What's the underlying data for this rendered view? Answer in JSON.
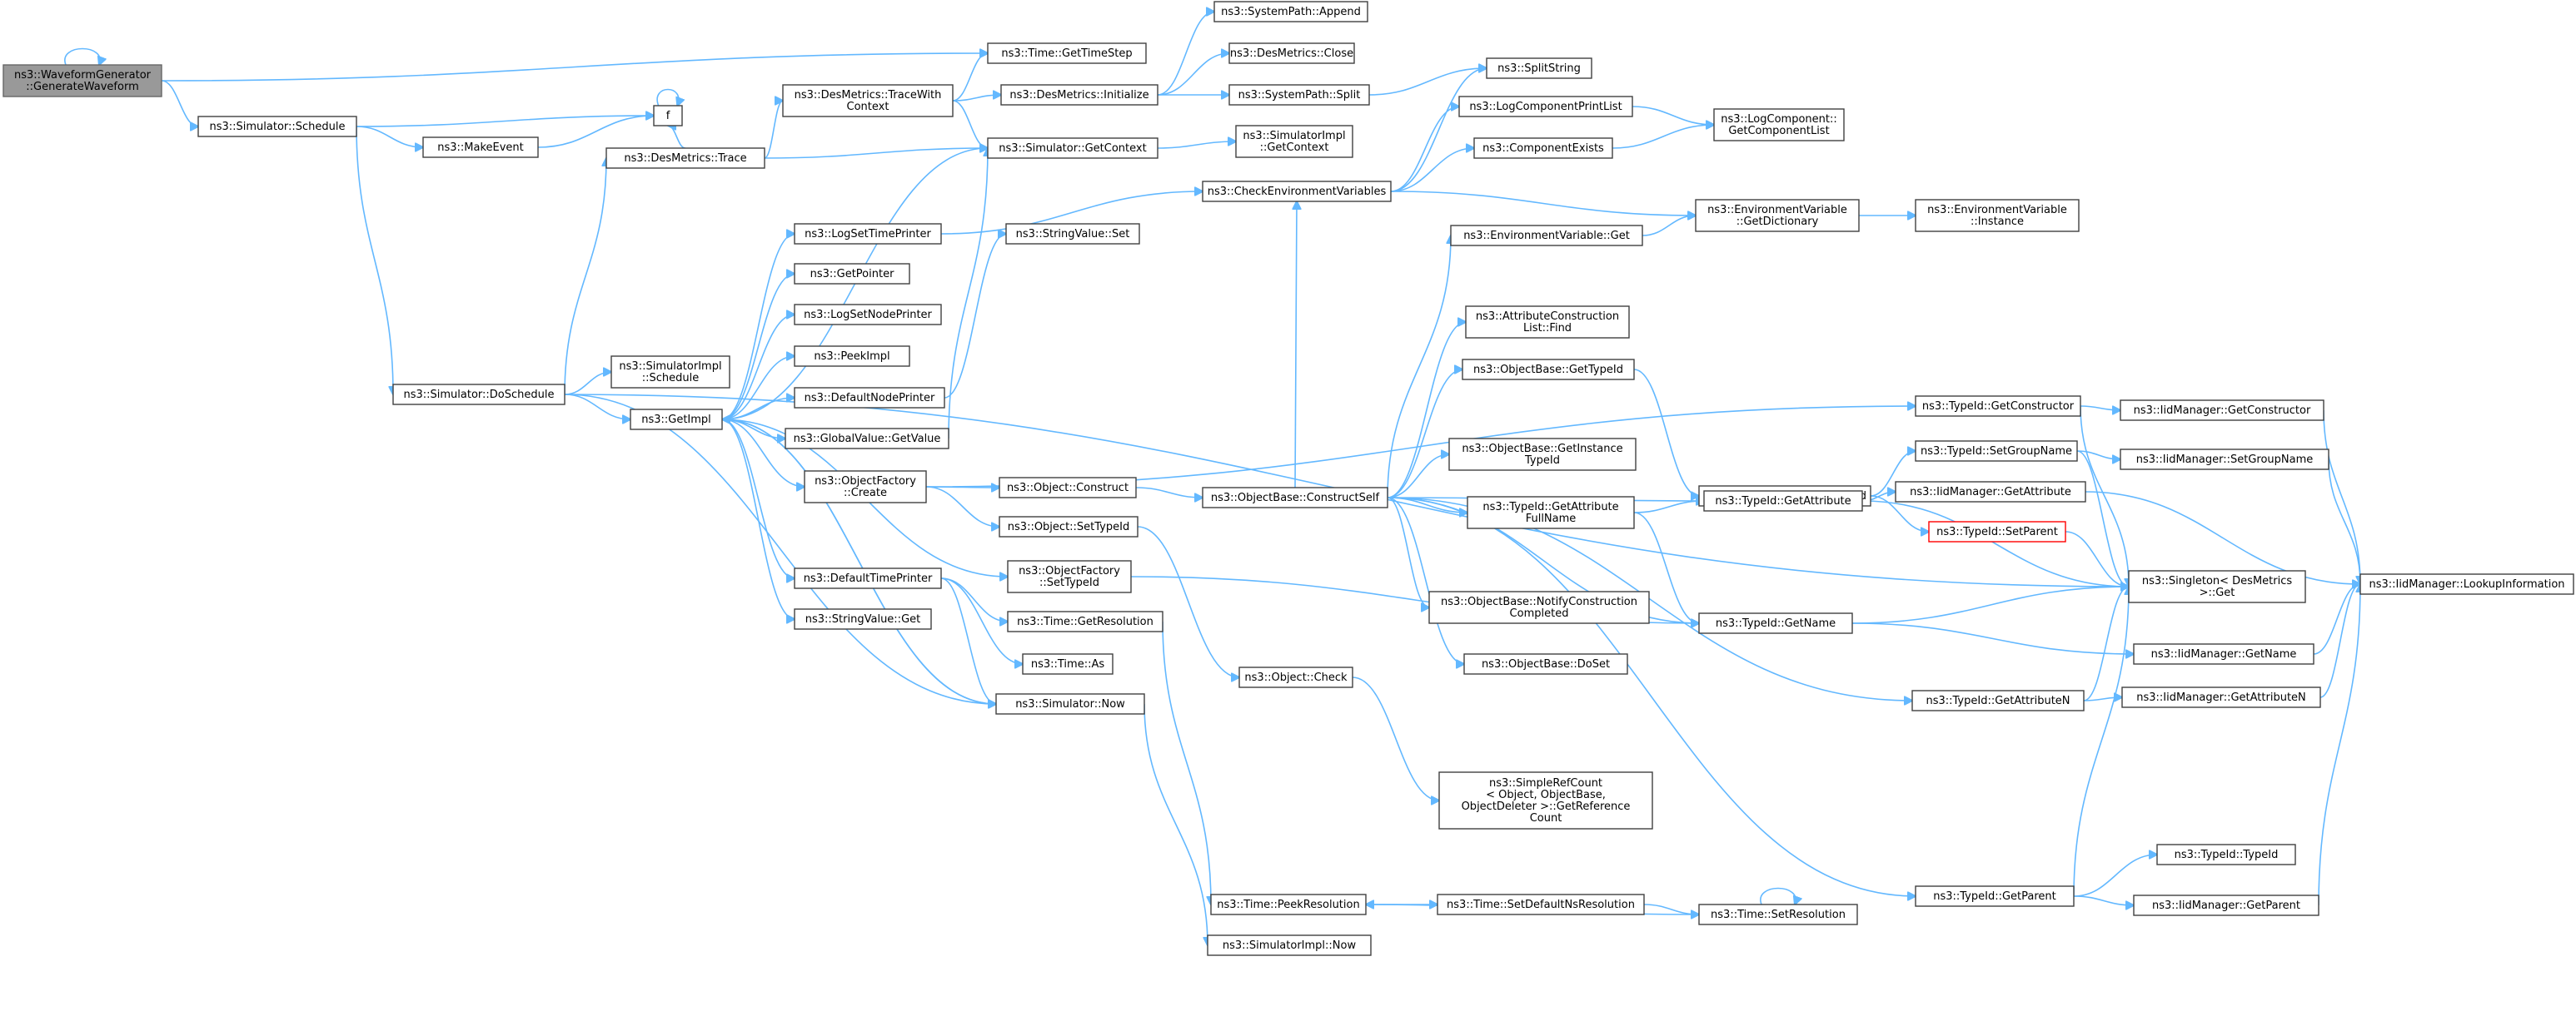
{
  "graph": {
    "title": "",
    "colors": {
      "edge": "#63b8ff",
      "node_border": "#404040",
      "root_fill": "#999999",
      "highlight_border": "#ff0000"
    },
    "nodes": [
      {
        "id": "root",
        "lines": [
          "ns3::WaveformGenerator",
          "::GenerateWaveform"
        ],
        "kind": "root"
      },
      {
        "id": "getTimeStep",
        "lines": [
          "ns3::Time::GetTimeStep"
        ]
      },
      {
        "id": "schedule",
        "lines": [
          "ns3::Simulator::Schedule"
        ]
      },
      {
        "id": "f",
        "lines": [
          "f"
        ]
      },
      {
        "id": "makeEvent",
        "lines": [
          "ns3::MakeEvent"
        ]
      },
      {
        "id": "doSchedule",
        "lines": [
          "ns3::Simulator::DoSchedule"
        ]
      },
      {
        "id": "desTrace",
        "lines": [
          "ns3::DesMetrics::Trace"
        ]
      },
      {
        "id": "traceWithContext",
        "lines": [
          "ns3::DesMetrics::TraceWith",
          "Context"
        ]
      },
      {
        "id": "desInit",
        "lines": [
          "ns3::DesMetrics::Initialize"
        ]
      },
      {
        "id": "sysAppend",
        "lines": [
          "ns3::SystemPath::Append"
        ]
      },
      {
        "id": "desClose",
        "lines": [
          "ns3::DesMetrics::Close"
        ]
      },
      {
        "id": "sysSplit",
        "lines": [
          "ns3::SystemPath::Split"
        ]
      },
      {
        "id": "splitString",
        "lines": [
          "ns3::SplitString"
        ]
      },
      {
        "id": "getContext",
        "lines": [
          "ns3::Simulator::GetContext"
        ]
      },
      {
        "id": "implGetContext",
        "lines": [
          "ns3::SimulatorImpl",
          "::GetContext"
        ]
      },
      {
        "id": "implSchedule",
        "lines": [
          "ns3::SimulatorImpl",
          "::Schedule"
        ]
      },
      {
        "id": "getImpl",
        "lines": [
          "ns3::GetImpl"
        ]
      },
      {
        "id": "logSetTime",
        "lines": [
          "ns3::LogSetTimePrinter"
        ]
      },
      {
        "id": "getPointer",
        "lines": [
          "ns3::GetPointer"
        ]
      },
      {
        "id": "logSetNode",
        "lines": [
          "ns3::LogSetNodePrinter"
        ]
      },
      {
        "id": "peekImpl",
        "lines": [
          "ns3::PeekImpl"
        ]
      },
      {
        "id": "defaultNode",
        "lines": [
          "ns3::DefaultNodePrinter"
        ]
      },
      {
        "id": "globalGetValue",
        "lines": [
          "ns3::GlobalValue::GetValue"
        ]
      },
      {
        "id": "stringValueSet",
        "lines": [
          "ns3::StringValue::Set"
        ]
      },
      {
        "id": "objFactoryCreate",
        "lines": [
          "ns3::ObjectFactory",
          "::Create"
        ]
      },
      {
        "id": "objectConstruct",
        "lines": [
          "ns3::Object::Construct"
        ]
      },
      {
        "id": "objectSetTypeId",
        "lines": [
          "ns3::Object::SetTypeId"
        ]
      },
      {
        "id": "objFactorySetTypeId",
        "lines": [
          "ns3::ObjectFactory",
          "::SetTypeId"
        ]
      },
      {
        "id": "defaultTime",
        "lines": [
          "ns3::DefaultTimePrinter"
        ]
      },
      {
        "id": "stringValueGet",
        "lines": [
          "ns3::StringValue::Get"
        ]
      },
      {
        "id": "timeGetResolution",
        "lines": [
          "ns3::Time::GetResolution"
        ]
      },
      {
        "id": "timeAs",
        "lines": [
          "ns3::Time::As"
        ]
      },
      {
        "id": "simNow",
        "lines": [
          "ns3::Simulator::Now"
        ]
      },
      {
        "id": "objectCheck",
        "lines": [
          "ns3::Object::Check"
        ]
      },
      {
        "id": "peekResolution",
        "lines": [
          "ns3::Time::PeekResolution"
        ]
      },
      {
        "id": "implNow",
        "lines": [
          "ns3::SimulatorImpl::Now"
        ]
      },
      {
        "id": "setDefaultNs",
        "lines": [
          "ns3::Time::SetDefaultNsResolution"
        ]
      },
      {
        "id": "setResolution",
        "lines": [
          "ns3::Time::SetResolution"
        ]
      },
      {
        "id": "constructSelf",
        "lines": [
          "ns3::ObjectBase::ConstructSelf"
        ]
      },
      {
        "id": "checkEnv",
        "lines": [
          "ns3::CheckEnvironmentVariables"
        ]
      },
      {
        "id": "logCompPrintList",
        "lines": [
          "ns3::LogComponentPrintList"
        ]
      },
      {
        "id": "componentExists",
        "lines": [
          "ns3::ComponentExists"
        ]
      },
      {
        "id": "getComponentList",
        "lines": [
          "ns3::LogComponent::",
          "GetComponentList"
        ]
      },
      {
        "id": "envGetDictionary",
        "lines": [
          "ns3::EnvironmentVariable",
          "::GetDictionary"
        ]
      },
      {
        "id": "envInstance",
        "lines": [
          "ns3::EnvironmentVariable",
          "::Instance"
        ]
      },
      {
        "id": "envGet",
        "lines": [
          "ns3::EnvironmentVariable::Get"
        ]
      },
      {
        "id": "attrConstructionFind",
        "lines": [
          "ns3::AttributeConstruction",
          "List::Find"
        ]
      },
      {
        "id": "objBaseGetTypeId",
        "lines": [
          "ns3::ObjectBase::GetTypeId"
        ]
      },
      {
        "id": "objBaseGetObjectTid",
        "lines": [
          "ns3::ObjectBase::GetObjectIid"
        ]
      },
      {
        "id": "objBaseGetInstanceTid",
        "lines": [
          "ns3::ObjectBase::GetInstance",
          "TypeId"
        ]
      },
      {
        "id": "typeIdGetAttrFullName",
        "lines": [
          "ns3::TypeId::GetAttribute",
          "FullName"
        ]
      },
      {
        "id": "typeIdGetAttribute",
        "lines": [
          "ns3::TypeId::GetAttribute"
        ]
      },
      {
        "id": "notifyConstruction",
        "lines": [
          "ns3::ObjectBase::NotifyConstruction",
          "Completed"
        ]
      },
      {
        "id": "typeIdGetName",
        "lines": [
          "ns3::TypeId::GetName"
        ]
      },
      {
        "id": "doSet",
        "lines": [
          "ns3::ObjectBase::DoSet"
        ]
      },
      {
        "id": "simpleRefCount",
        "lines": [
          "ns3::SimpleRefCount",
          "< Object, ObjectBase,",
          "ObjectDeleter >::GetReference",
          "Count"
        ]
      },
      {
        "id": "typeIdGetConstructor",
        "lines": [
          "ns3::TypeId::GetConstructor"
        ]
      },
      {
        "id": "typeIdSetGroupName",
        "lines": [
          "ns3::TypeId::SetGroupName"
        ]
      },
      {
        "id": "iidGetAttribute",
        "lines": [
          "ns3::IidManager::GetAttribute"
        ]
      },
      {
        "id": "typeIdSetParent",
        "lines": [
          "ns3::TypeId::SetParent"
        ],
        "kind": "red"
      },
      {
        "id": "iidGetConstructor",
        "lines": [
          "ns3::IidManager::GetConstructor"
        ]
      },
      {
        "id": "iidSetGroupName",
        "lines": [
          "ns3::IidManager::SetGroupName"
        ]
      },
      {
        "id": "singletonGet",
        "lines": [
          "ns3::Singleton< DesMetrics",
          ">::Get"
        ]
      },
      {
        "id": "iidLookup",
        "lines": [
          "ns3::IidManager::LookupInformation"
        ]
      },
      {
        "id": "iidGetName",
        "lines": [
          "ns3::IidManager::GetName"
        ]
      },
      {
        "id": "typeIdGetAttributeN",
        "lines": [
          "ns3::TypeId::GetAttributeN"
        ]
      },
      {
        "id": "iidGetAttributeN",
        "lines": [
          "ns3::IidManager::GetAttributeN"
        ]
      },
      {
        "id": "typeIdTypeId",
        "lines": [
          "ns3::TypeId::TypeId"
        ]
      },
      {
        "id": "typeIdGetParent",
        "lines": [
          "ns3::TypeId::GetParent"
        ]
      },
      {
        "id": "iidGetParent",
        "lines": [
          "ns3::IidManager::GetParent"
        ]
      }
    ],
    "edges": [
      [
        "root",
        "root"
      ],
      [
        "root",
        "getTimeStep"
      ],
      [
        "root",
        "schedule"
      ],
      [
        "schedule",
        "f"
      ],
      [
        "schedule",
        "makeEvent"
      ],
      [
        "schedule",
        "doSchedule"
      ],
      [
        "f",
        "f"
      ],
      [
        "makeEvent",
        "f"
      ],
      [
        "desTrace",
        "f"
      ],
      [
        "desTrace",
        "traceWithContext"
      ],
      [
        "desTrace",
        "getContext"
      ],
      [
        "traceWithContext",
        "getTimeStep"
      ],
      [
        "traceWithContext",
        "desInit"
      ],
      [
        "traceWithContext",
        "getContext"
      ],
      [
        "desInit",
        "sysAppend"
      ],
      [
        "desInit",
        "desClose"
      ],
      [
        "desInit",
        "sysSplit"
      ],
      [
        "sysSplit",
        "splitString"
      ],
      [
        "getContext",
        "implGetContext"
      ],
      [
        "doSchedule",
        "desTrace"
      ],
      [
        "doSchedule",
        "implSchedule"
      ],
      [
        "doSchedule",
        "getImpl"
      ],
      [
        "doSchedule",
        "simNow"
      ],
      [
        "doSchedule",
        "singletonGet"
      ],
      [
        "getImpl",
        "getContext"
      ],
      [
        "getImpl",
        "logSetTime"
      ],
      [
        "getImpl",
        "getPointer"
      ],
      [
        "getImpl",
        "logSetNode"
      ],
      [
        "getImpl",
        "peekImpl"
      ],
      [
        "getImpl",
        "defaultNode"
      ],
      [
        "getImpl",
        "globalGetValue"
      ],
      [
        "getImpl",
        "objFactoryCreate"
      ],
      [
        "getImpl",
        "objFactorySetTypeId"
      ],
      [
        "getImpl",
        "defaultTime"
      ],
      [
        "getImpl",
        "stringValueGet"
      ],
      [
        "getImpl",
        "simNow"
      ],
      [
        "logSetTime",
        "checkEnv"
      ],
      [
        "defaultNode",
        "stringValueSet"
      ],
      [
        "globalGetValue",
        "getContext"
      ],
      [
        "objFactoryCreate",
        "objectConstruct"
      ],
      [
        "objFactoryCreate",
        "objectSetTypeId"
      ],
      [
        "objFactoryCreate",
        "typeIdGetConstructor"
      ],
      [
        "objectConstruct",
        "constructSelf"
      ],
      [
        "objectSetTypeId",
        "objectCheck"
      ],
      [
        "objFactorySetTypeId",
        "typeIdGetName"
      ],
      [
        "defaultTime",
        "timeGetResolution"
      ],
      [
        "defaultTime",
        "timeAs"
      ],
      [
        "defaultTime",
        "simNow"
      ],
      [
        "timeGetResolution",
        "peekResolution"
      ],
      [
        "simNow",
        "getImpl"
      ],
      [
        "simNow",
        "implNow"
      ],
      [
        "objectCheck",
        "simpleRefCount"
      ],
      [
        "peekResolution",
        "setDefaultNs"
      ],
      [
        "setDefaultNs",
        "setResolution"
      ],
      [
        "setResolution",
        "setResolution"
      ],
      [
        "setResolution",
        "peekResolution"
      ],
      [
        "checkEnv",
        "splitString"
      ],
      [
        "checkEnv",
        "logCompPrintList"
      ],
      [
        "checkEnv",
        "componentExists"
      ],
      [
        "checkEnv",
        "envGetDictionary"
      ],
      [
        "logCompPrintList",
        "getComponentList"
      ],
      [
        "componentExists",
        "getComponentList"
      ],
      [
        "envGetDictionary",
        "envInstance"
      ],
      [
        "envGet",
        "envGetDictionary"
      ],
      [
        "constructSelf",
        "checkEnv"
      ],
      [
        "constructSelf",
        "envGet"
      ],
      [
        "constructSelf",
        "attrConstructionFind"
      ],
      [
        "constructSelf",
        "objBaseGetTypeId"
      ],
      [
        "constructSelf",
        "objBaseGetInstanceTid"
      ],
      [
        "constructSelf",
        "typeIdGetAttrFullName"
      ],
      [
        "constructSelf",
        "notifyConstruction"
      ],
      [
        "constructSelf",
        "doSet"
      ],
      [
        "constructSelf",
        "typeIdGetName"
      ],
      [
        "constructSelf",
        "typeIdGetAttribute"
      ],
      [
        "constructSelf",
        "typeIdGetAttributeN"
      ],
      [
        "constructSelf",
        "typeIdGetParent"
      ],
      [
        "objBaseGetTypeId",
        "objBaseGetObjectTid"
      ],
      [
        "objBaseGetObjectTid",
        "typeIdSetGroupName"
      ],
      [
        "objBaseGetObjectTid",
        "typeIdSetParent"
      ],
      [
        "typeIdGetAttrFullName",
        "typeIdGetAttribute"
      ],
      [
        "typeIdGetAttrFullName",
        "typeIdGetName"
      ],
      [
        "typeIdGetAttribute",
        "iidGetAttribute"
      ],
      [
        "typeIdGetAttribute",
        "singletonGet"
      ],
      [
        "typeIdGetName",
        "singletonGet"
      ],
      [
        "typeIdGetName",
        "iidGetName"
      ],
      [
        "typeIdGetConstructor",
        "iidGetConstructor"
      ],
      [
        "typeIdGetConstructor",
        "singletonGet"
      ],
      [
        "typeIdSetGroupName",
        "iidSetGroupName"
      ],
      [
        "typeIdSetGroupName",
        "singletonGet"
      ],
      [
        "iidGetAttribute",
        "iidLookup"
      ],
      [
        "typeIdSetParent",
        "singletonGet"
      ],
      [
        "iidGetConstructor",
        "iidLookup"
      ],
      [
        "iidSetGroupName",
        "iidLookup"
      ],
      [
        "iidGetName",
        "iidLookup"
      ],
      [
        "typeIdGetAttributeN",
        "singletonGet"
      ],
      [
        "typeIdGetAttributeN",
        "iidGetAttributeN"
      ],
      [
        "iidGetAttributeN",
        "iidLookup"
      ],
      [
        "typeIdGetParent",
        "singletonGet"
      ],
      [
        "typeIdGetParent",
        "typeIdTypeId"
      ],
      [
        "typeIdGetParent",
        "iidGetParent"
      ],
      [
        "iidGetParent",
        "iidLookup"
      ]
    ]
  }
}
